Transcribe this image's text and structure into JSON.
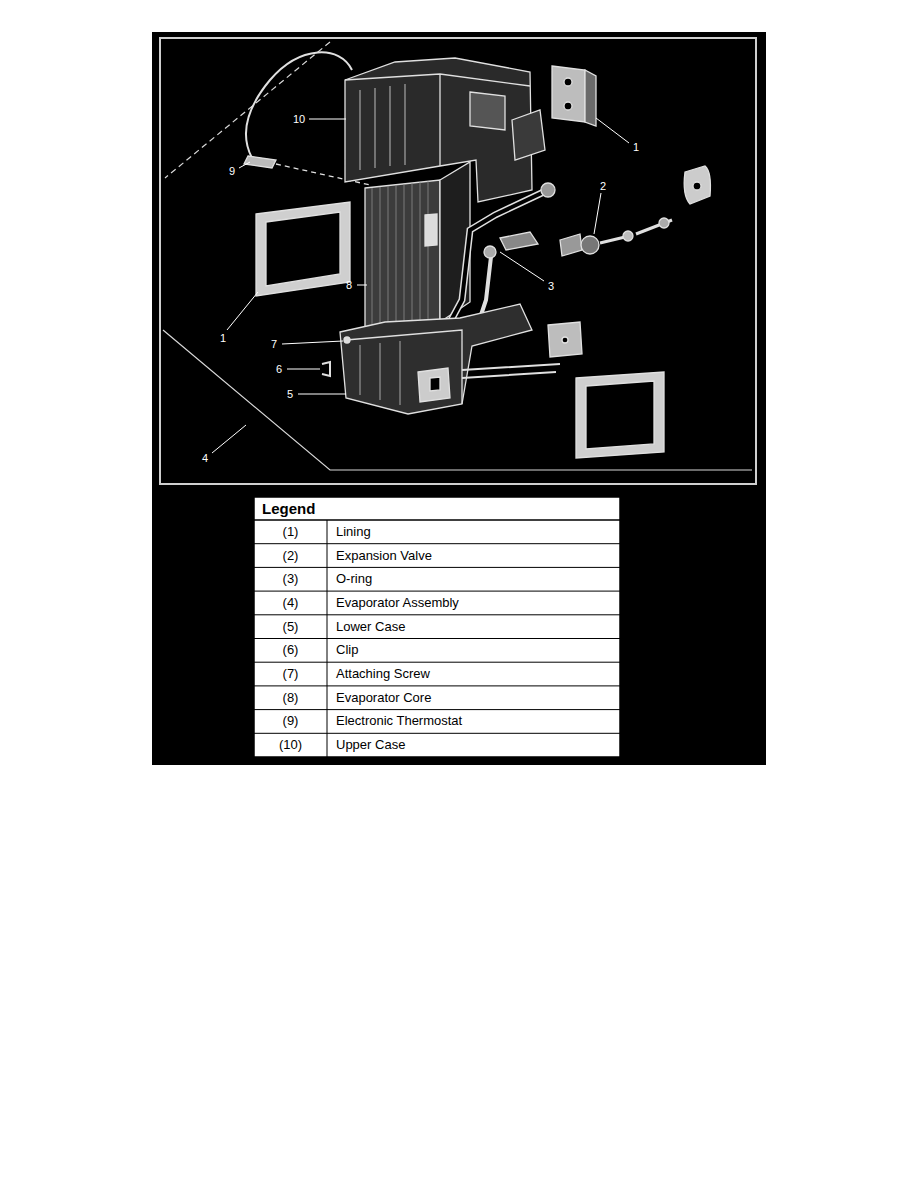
{
  "diagram": {
    "labels": [
      "10",
      "9",
      "2",
      "1",
      "3",
      "8",
      "1",
      "7",
      "6",
      "5",
      "4",
      "Legend",
      "(1)",
      "Lining",
      "(2)",
      "Expansion Valve",
      "(3)",
      "O-ring",
      "(4)",
      "Evaporator Assembly",
      "(5)",
      "Lower Case",
      "(6)",
      "Clip",
      "(7)",
      "Attaching Screw",
      "(8)",
      "Evaporator Core",
      "(9)",
      "Electronic Thermostat",
      "(10)",
      "Upper Case"
    ]
  }
}
